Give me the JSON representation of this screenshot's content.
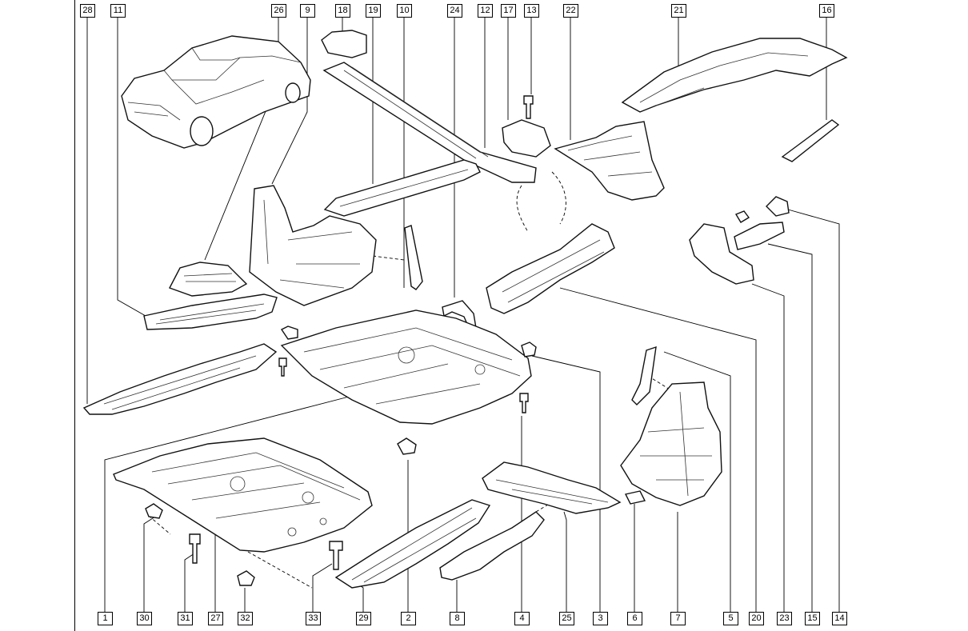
{
  "labels": {
    "top": [
      "28",
      "11",
      "26",
      "9",
      "18",
      "19",
      "10",
      "24",
      "12",
      "17",
      "13",
      "22",
      "21",
      "16"
    ],
    "bottom": [
      "1",
      "30",
      "31",
      "27",
      "32",
      "33",
      "29",
      "2",
      "8",
      "4",
      "25",
      "3",
      "6",
      "7",
      "5",
      "20",
      "23",
      "15",
      "14"
    ]
  }
}
